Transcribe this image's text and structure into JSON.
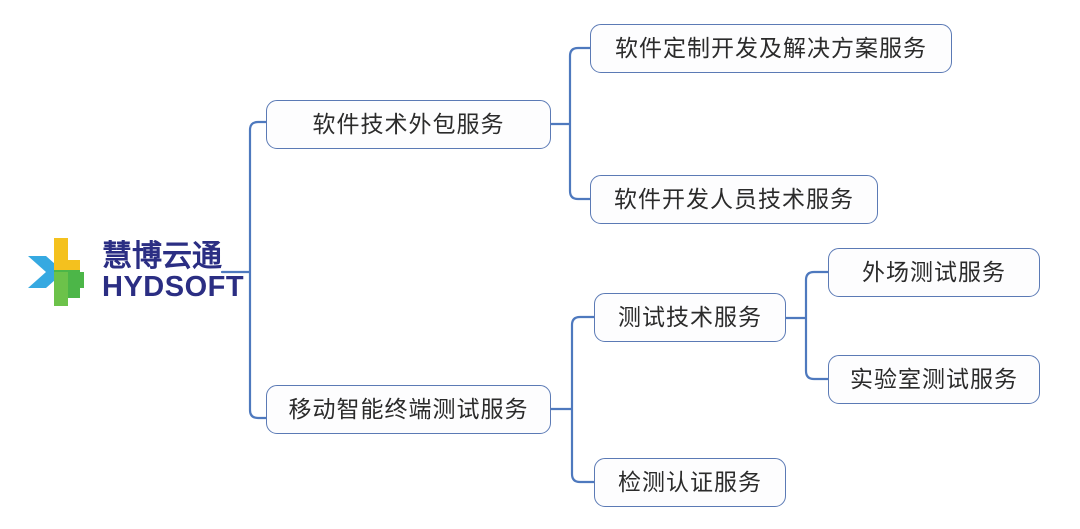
{
  "diagram": {
    "type": "tree-mindmap",
    "orientation": "left-to-right",
    "background_color": "#ffffff",
    "node_border_color": "#5B7AB5",
    "node_fill_color": "#FDFDFE",
    "connector_color": "#4E79BE"
  },
  "root": {
    "name": "hydsoft-logo",
    "brand_cn": "慧博云通",
    "brand_en": "HYDSOFT",
    "brand_text_color": "#2B2E83",
    "mark_colors": {
      "blue": "#36A9E1",
      "yellow": "#F4C11E",
      "green": "#4CB648",
      "light_green": "#6CC24A"
    }
  },
  "branches": [
    {
      "id": "software-outsourcing",
      "label": "软件技术外包服务",
      "children": [
        {
          "id": "custom-dev",
          "label": "软件定制开发及解决方案服务",
          "children": []
        },
        {
          "id": "dev-staffing",
          "label": "软件开发人员技术服务",
          "children": []
        }
      ]
    },
    {
      "id": "mobile-terminal-testing",
      "label": "移动智能终端测试服务",
      "children": [
        {
          "id": "testing-technology",
          "label": "测试技术服务",
          "children": [
            {
              "id": "field-testing",
              "label": "外场测试服务",
              "children": []
            },
            {
              "id": "lab-testing",
              "label": "实验室测试服务",
              "children": []
            }
          ]
        },
        {
          "id": "certification",
          "label": "检测认证服务",
          "children": []
        }
      ]
    }
  ]
}
